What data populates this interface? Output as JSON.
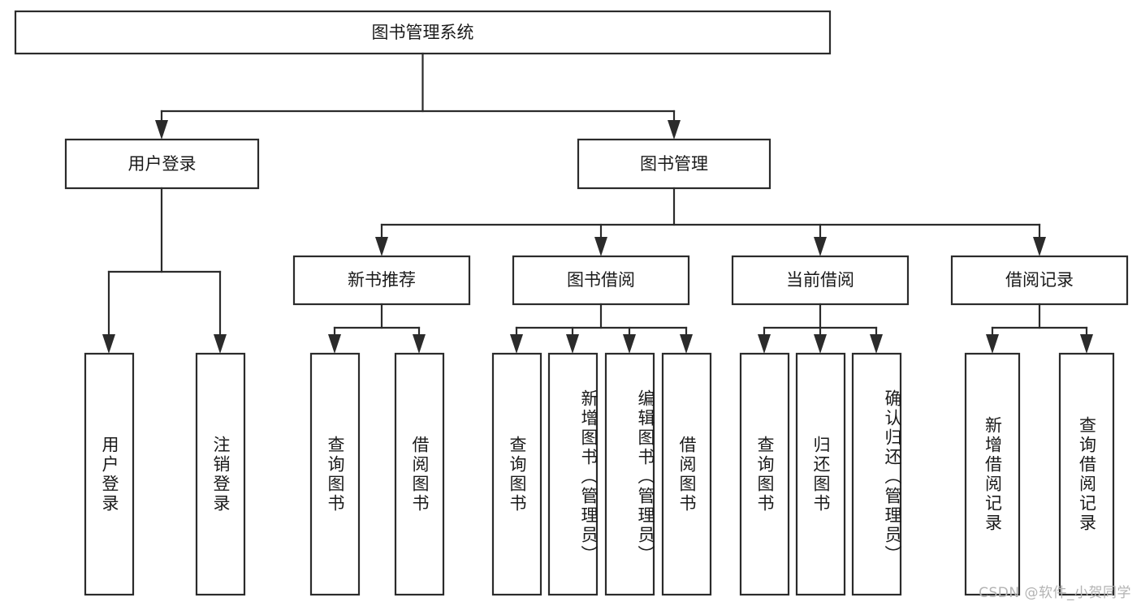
{
  "diagram": {
    "title": "图书管理系统",
    "watermark": "CSDN @软件_小贺同学",
    "colors": {
      "stroke": "#2b2b2b",
      "box_fill": "#ffffff",
      "text": "#1a1a1a",
      "background": "#ffffff",
      "watermark": "#b3b3b3"
    },
    "root": {
      "label": "图书管理系统"
    },
    "level2": [
      {
        "label": "用户登录"
      },
      {
        "label": "图书管理"
      }
    ],
    "level3": [
      {
        "label": "新书推荐"
      },
      {
        "label": "图书借阅"
      },
      {
        "label": "当前借阅"
      },
      {
        "label": "借阅记录"
      }
    ],
    "leaves": {
      "user_login": [
        {
          "label": "用户登录"
        },
        {
          "label": "注销登录"
        }
      ],
      "new_book_recommend": [
        {
          "label": "查询图书"
        },
        {
          "label": "借阅图书"
        }
      ],
      "book_borrow": [
        {
          "label": "查询图书"
        },
        {
          "label": "新增图书（管理员）"
        },
        {
          "label": "编辑图书（管理员）"
        },
        {
          "label": "借阅图书"
        }
      ],
      "current_borrow": [
        {
          "label": "查询图书"
        },
        {
          "label": "归还图书"
        },
        {
          "label": "确认归还（管理员）"
        }
      ],
      "borrow_record": [
        {
          "label": "新增借阅记录"
        },
        {
          "label": "查询借阅记录"
        }
      ]
    }
  }
}
